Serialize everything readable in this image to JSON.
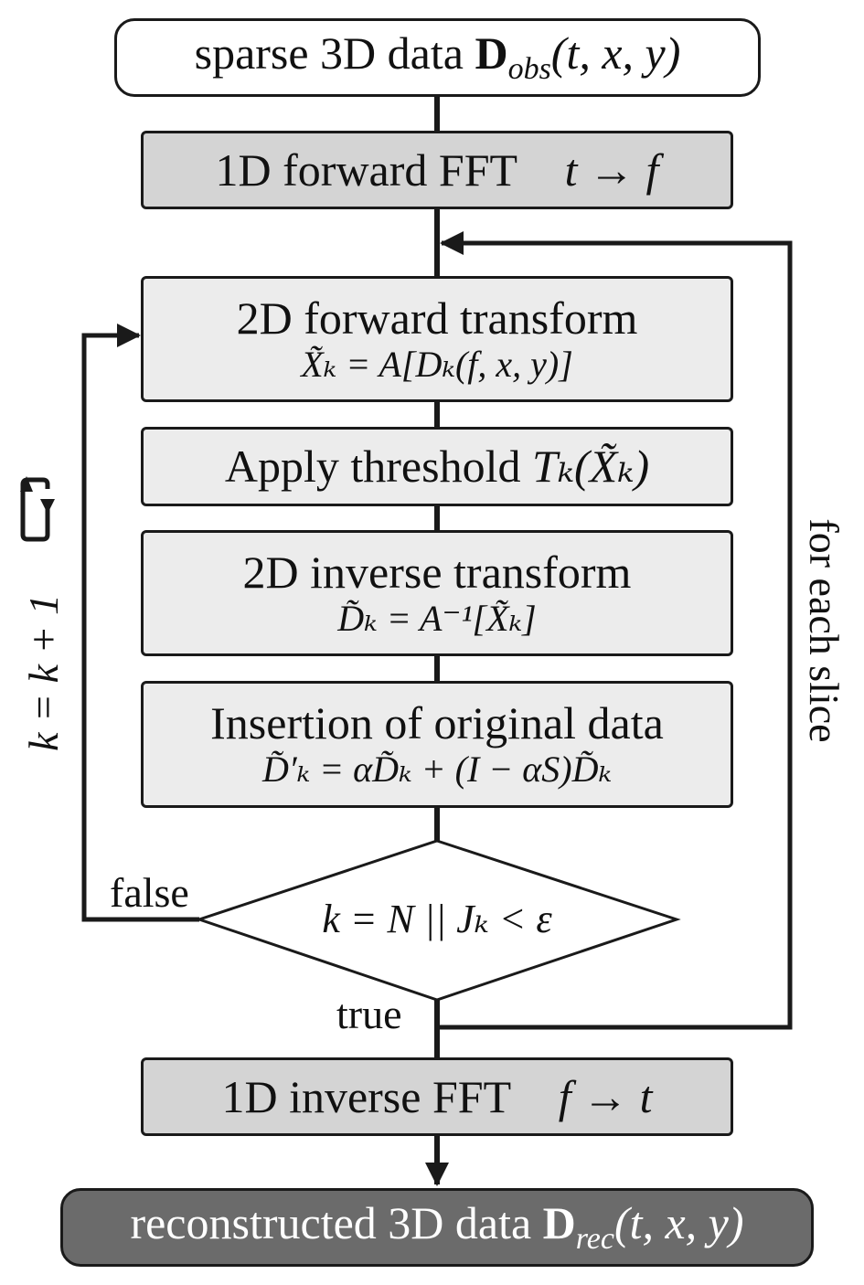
{
  "nodes": {
    "input": {
      "label": "sparse 3D data ",
      "math_main": "D",
      "math_sub": "obs",
      "math_args": "(t, x, y)"
    },
    "fft_forward": {
      "label": "1D forward FFT",
      "math": "t → f"
    },
    "transform_2d": {
      "label": "2D forward transform",
      "eq": "X̃ₖ = A[Dₖ(f, x, y)]"
    },
    "threshold": {
      "label": "Apply threshold ",
      "math": "Tₖ(X̃ₖ)"
    },
    "inverse_2d": {
      "label": "2D inverse transform",
      "eq": "D̃ₖ = A⁻¹[X̃ₖ]"
    },
    "insertion": {
      "label": "Insertion of original data",
      "eq": "D̃′ₖ = αD̃ₖ + (I − αS)D̃ₖ"
    },
    "condition": {
      "eq": "k = N || Jₖ < ε"
    },
    "fft_inverse": {
      "label": "1D inverse FFT",
      "math": "f → t"
    },
    "output": {
      "label": "reconstructed 3D data ",
      "math_main": "D",
      "math_sub": "rec",
      "math_args": "(t, x, y)"
    }
  },
  "edge_labels": {
    "false": "false",
    "true": "true",
    "loop_k": "k = k + 1",
    "loop_slice": "for each slice"
  },
  "colors": {
    "line": "#1a1a1a",
    "input_fill": "#ffffff",
    "fft_fill": "#d4d4d4",
    "step_fill": "#ececec",
    "output_fill": "#6b6b6b",
    "output_text": "#ffffff"
  }
}
